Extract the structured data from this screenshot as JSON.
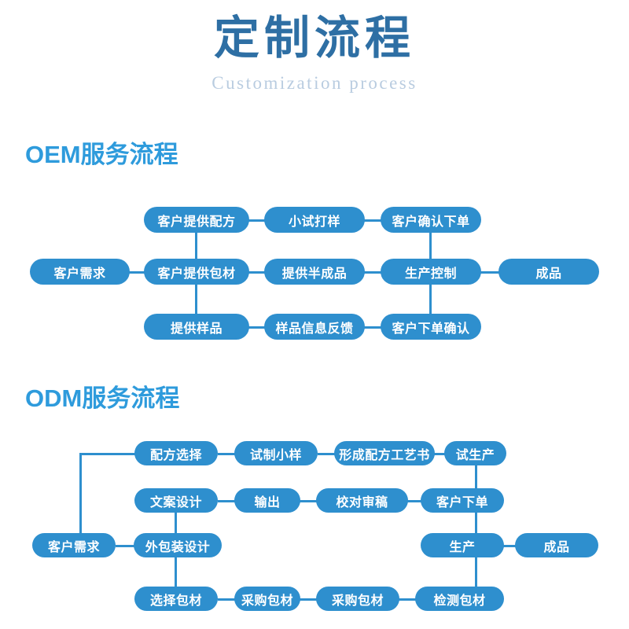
{
  "header": {
    "title": "定制流程",
    "subtitle": "Customization process",
    "title_color": "#2E6FA4",
    "subtitle_color": "#B9CCE0"
  },
  "theme": {
    "node_fill": "#2E8FCE",
    "node_text": "#FFFFFF",
    "heading_color": "#2E9BDC",
    "connector_color": "#2E8FCE",
    "background": "#FFFFFF"
  },
  "oem": {
    "heading": "OEM服务流程",
    "rows": [
      {
        "name": "oem-row-top",
        "nodes": [
          {
            "id": "oem-kehu-tigong-peifang",
            "label": "客户提供配方"
          },
          {
            "id": "oem-xiaoshi-dayang",
            "label": "小试打样"
          },
          {
            "id": "oem-kehu-queren-xiadan",
            "label": "客户确认下单"
          }
        ]
      },
      {
        "name": "oem-row-middle",
        "nodes": [
          {
            "id": "oem-kehu-xuqiu",
            "label": "客户需求"
          },
          {
            "id": "oem-kehu-tigong-baocai",
            "label": "客户提供包材"
          },
          {
            "id": "oem-tigong-bancheng",
            "label": "提供半成品"
          },
          {
            "id": "oem-shengchan-kongzhi",
            "label": "生产控制"
          },
          {
            "id": "oem-chengpin",
            "label": "成品"
          }
        ]
      },
      {
        "name": "oem-row-bottom",
        "nodes": [
          {
            "id": "oem-tigong-yangpin",
            "label": "提供样品"
          },
          {
            "id": "oem-yangpin-fankui",
            "label": "样品信息反馈"
          },
          {
            "id": "oem-kehu-xiadan-queren",
            "label": "客户下单确认"
          }
        ]
      }
    ]
  },
  "odm": {
    "heading": "ODM服务流程",
    "rows": [
      {
        "name": "odm-row-1",
        "nodes": [
          {
            "id": "odm-peifang-xuanze",
            "label": "配方选择"
          },
          {
            "id": "odm-shizhi-xiaoyang",
            "label": "试制小样"
          },
          {
            "id": "odm-xingcheng-gongyishu",
            "label": "形成配方工艺书"
          },
          {
            "id": "odm-shi-shengchan",
            "label": "试生产"
          }
        ]
      },
      {
        "name": "odm-row-2",
        "nodes": [
          {
            "id": "odm-wenan-sheji",
            "label": "文案设计"
          },
          {
            "id": "odm-shuchu",
            "label": "输出"
          },
          {
            "id": "odm-jiaodui-shengao",
            "label": "校对审稿"
          },
          {
            "id": "odm-kehu-xiadan",
            "label": "客户下单"
          }
        ]
      },
      {
        "name": "odm-row-3",
        "nodes": [
          {
            "id": "odm-kehu-xuqiu",
            "label": "客户需求"
          },
          {
            "id": "odm-waibaozhuang-sheji",
            "label": "外包装设计"
          },
          {
            "id": "odm-shengchan",
            "label": "生产"
          },
          {
            "id": "odm-chengpin",
            "label": "成品"
          }
        ]
      },
      {
        "name": "odm-row-4",
        "nodes": [
          {
            "id": "odm-xuanze-baocai",
            "label": "选择包材"
          },
          {
            "id": "odm-caigou-baocai-1",
            "label": "采购包材"
          },
          {
            "id": "odm-caigou-baocai-2",
            "label": "采购包材"
          },
          {
            "id": "odm-jiance-baocai",
            "label": "检测包材"
          }
        ]
      }
    ]
  }
}
